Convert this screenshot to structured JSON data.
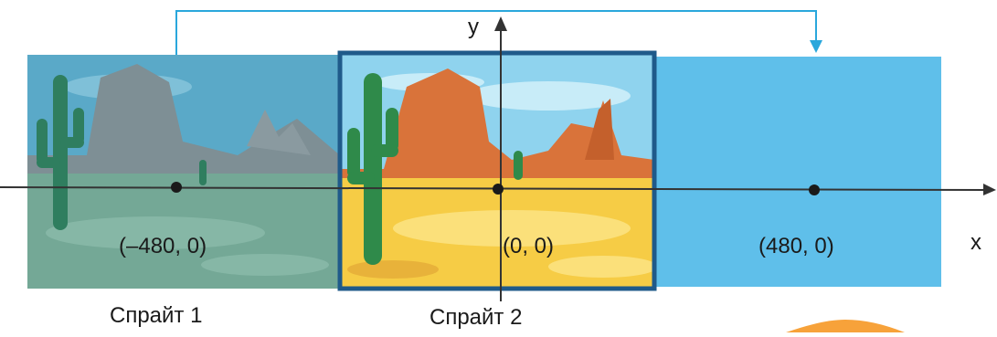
{
  "axes": {
    "x_label": "x",
    "y_label": "y"
  },
  "points": [
    {
      "label": "(–480, 0)"
    },
    {
      "label": "(0, 0)"
    },
    {
      "label": "(480, 0)"
    }
  ],
  "sprites": [
    {
      "caption": "Спрайт  1"
    },
    {
      "caption": "Спрайт  2"
    }
  ],
  "colors": {
    "panel_blue": "#5fbfea",
    "frame": "#1f5a8a",
    "sand": "#f6cc45",
    "sky": "#8fd3ee",
    "cactus": "#2f8a4a",
    "rock": "#d9733a",
    "arrow": "#2aa7dc",
    "accent_orange": "#f7a23a"
  }
}
